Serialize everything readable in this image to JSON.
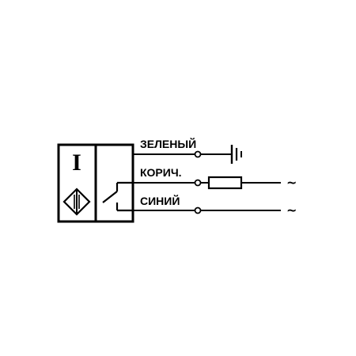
{
  "sensor": {
    "type_symbol": "I"
  },
  "wires": [
    {
      "label": "ЗЕЛЕНЫЙ",
      "terminal": "ground"
    },
    {
      "label": "КОРИЧ.",
      "terminal": "~"
    },
    {
      "label": "СИНИЙ",
      "terminal": "~"
    }
  ],
  "colors": {
    "ink": "#000000",
    "background": "#ffffff"
  }
}
